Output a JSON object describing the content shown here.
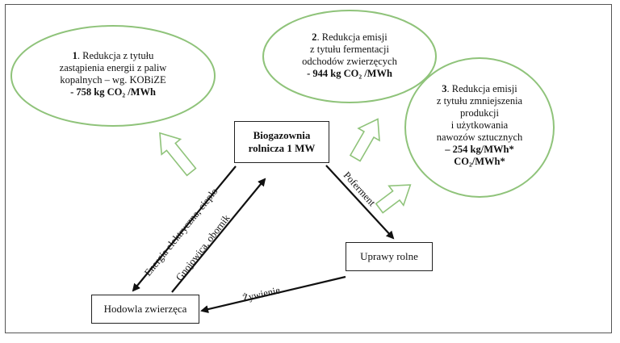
{
  "ellipse1": {
    "number": "1",
    "lines": ". Redukcja z tytułu",
    "line2": "zastąpienia energii z paliw",
    "line3": "kopalnych – wg. KOBiZE",
    "value": "- 758 kg CO₂ /MWh"
  },
  "ellipse2": {
    "number": "2",
    "line1": ". Redukcja emisji",
    "line2": "z tytułu fermentacji",
    "line3": "odchodów zwierzęcych",
    "value": "- 944 kg CO₂ /MWh"
  },
  "ellipse3": {
    "number": "3",
    "line1": ". Redukcja emisji",
    "line2": "z tytułu zmniejszenia",
    "line3": "produkcji",
    "line4": "i użytkowania",
    "line5": "nawozów sztucznych",
    "value1": "– 254 kg/MWh*",
    "value2": "CO₂/MWh*"
  },
  "boxes": {
    "biogas_line1": "Biogazownia",
    "biogas_line2": "rolnicza 1 MW",
    "crops": "Uprawy rolne",
    "livestock": "Hodowla zwierzęca"
  },
  "arrows": {
    "energy": "Energia elektryczna, ciepło",
    "manure": "Gnojowica, obornik",
    "digestate": "Poferment",
    "feed": "Żywienie"
  },
  "colors": {
    "ellipse_border": "#8fc37a",
    "outline_arrow": "#8fc37a",
    "flow_arrow": "#111111"
  }
}
